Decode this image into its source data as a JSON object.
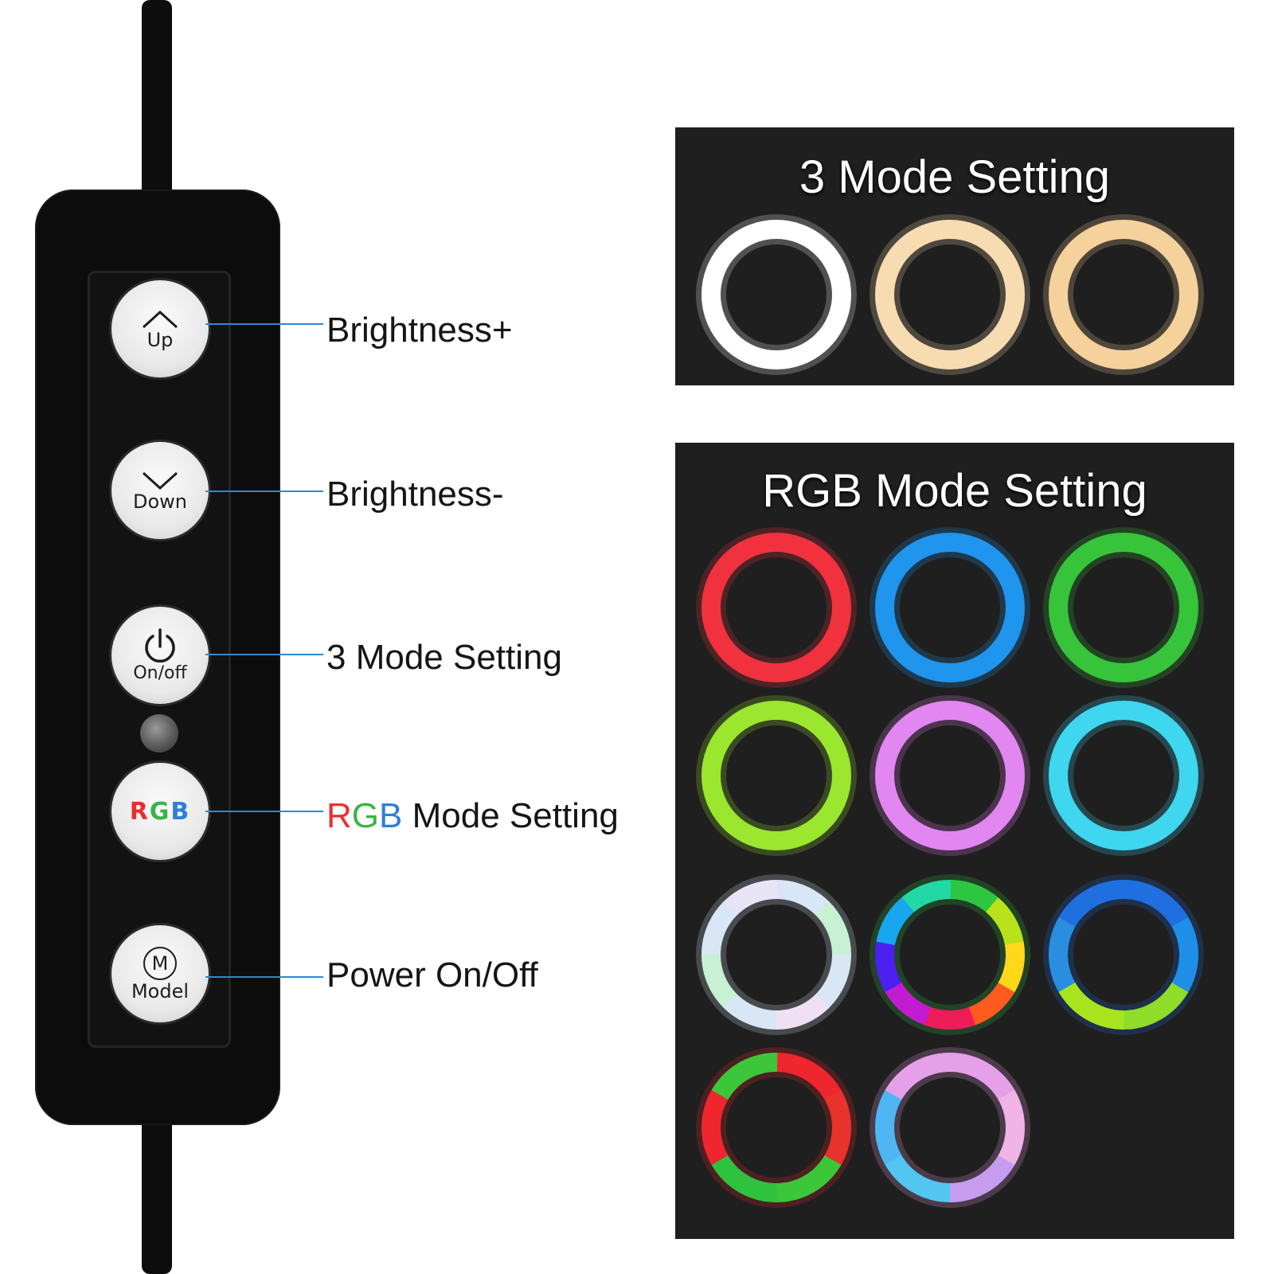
{
  "remote": {
    "buttons": [
      {
        "id": "up",
        "label": "Up",
        "icon": "chevron-up-icon"
      },
      {
        "id": "down",
        "label": "Down",
        "icon": "chevron-down-icon"
      },
      {
        "id": "onoff",
        "label": "On/off",
        "icon": "power-icon"
      },
      {
        "id": "rgb",
        "label": "RGB",
        "icon": "rgb-text"
      },
      {
        "id": "model",
        "label": "Model",
        "icon": "m-circle-icon",
        "icon_text": "M"
      }
    ],
    "rgb_letters": [
      {
        "text": "R",
        "color": "#e8302f"
      },
      {
        "text": "G",
        "color": "#3bb24a"
      },
      {
        "text": "B",
        "color": "#2d7fd7"
      }
    ]
  },
  "callouts": {
    "up": "Brightness+",
    "down": "Brightness-",
    "onoff": "3 Mode Setting",
    "rgb_rest": "Mode Setting",
    "model": "Power On/Off"
  },
  "leader_color": "#2f87d6",
  "three_mode": {
    "title": "3 Mode Setting",
    "rings": [
      {
        "name": "cool-white-ring",
        "colors": [
          "#ffffff"
        ]
      },
      {
        "name": "neutral-ring",
        "colors": [
          "#f7dcb2"
        ]
      },
      {
        "name": "warm-ring",
        "colors": [
          "#f5d19c"
        ]
      }
    ]
  },
  "rgb_mode": {
    "title": "RGB Mode Setting",
    "rings": [
      {
        "name": "red-ring",
        "colors": [
          "#f2313f"
        ]
      },
      {
        "name": "blue-ring",
        "colors": [
          "#1f95ee"
        ]
      },
      {
        "name": "green-ring",
        "colors": [
          "#37c43b"
        ]
      },
      {
        "name": "lime-ring",
        "colors": [
          "#9be62e"
        ]
      },
      {
        "name": "violet-ring",
        "colors": [
          "#e286f1"
        ]
      },
      {
        "name": "cyan-ring",
        "colors": [
          "#3fd6f0"
        ]
      },
      {
        "name": "pastel-ring",
        "colors": [
          "#d8e6f6",
          "#c7f1d2",
          "#d8e6f6",
          "#f0e0f4",
          "#d8e6f6",
          "#c7f1d2",
          "#d8e6f6",
          "#e8e4f6"
        ]
      },
      {
        "name": "rainbow-ring",
        "colors": [
          "#2cc640",
          "#b8e21a",
          "#ffd81b",
          "#ff5b1f",
          "#ef1c5a",
          "#c21bd1",
          "#4a1ff0",
          "#18a6f0",
          "#22d8a4"
        ]
      },
      {
        "name": "blue-lime-ring",
        "colors": [
          "#1f6fe0",
          "#1f8ee8",
          "#8fdc2a",
          "#a8e41e",
          "#2a8ee0",
          "#1f6fe0"
        ]
      },
      {
        "name": "red-green-ring",
        "colors": [
          "#f0262e",
          "#e8322c",
          "#3cc63a",
          "#2fc23f",
          "#f0262e",
          "#3cc63a"
        ]
      },
      {
        "name": "blue-pink-ring",
        "colors": [
          "#e6a0ea",
          "#f1b4e6",
          "#c59cf0",
          "#52c6f0",
          "#4fb6f3",
          "#e6a0ea"
        ]
      }
    ]
  }
}
